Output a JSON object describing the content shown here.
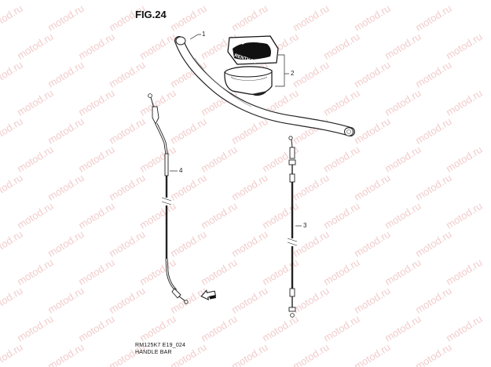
{
  "figure": {
    "title": "FIG.24",
    "model_code": "RM125K7 E19_024",
    "caption": "HANDLE BAR"
  },
  "callouts": {
    "handlebar": "1",
    "pad": "2",
    "throttle_cable": "3",
    "clutch_cable": "4"
  },
  "pad_graphic_text": "RENTHAL",
  "watermark": {
    "text": "motod.ru",
    "color": "#e8a2a2"
  },
  "parts": [
    {
      "callout": "1",
      "name": "handle-bar"
    },
    {
      "callout": "2",
      "name": "handlebar-pad"
    },
    {
      "callout": "3",
      "name": "throttle-cable"
    },
    {
      "callout": "4",
      "name": "clutch-cable"
    }
  ],
  "icons": {
    "front_arrow": "front-direction-arrow-icon"
  }
}
